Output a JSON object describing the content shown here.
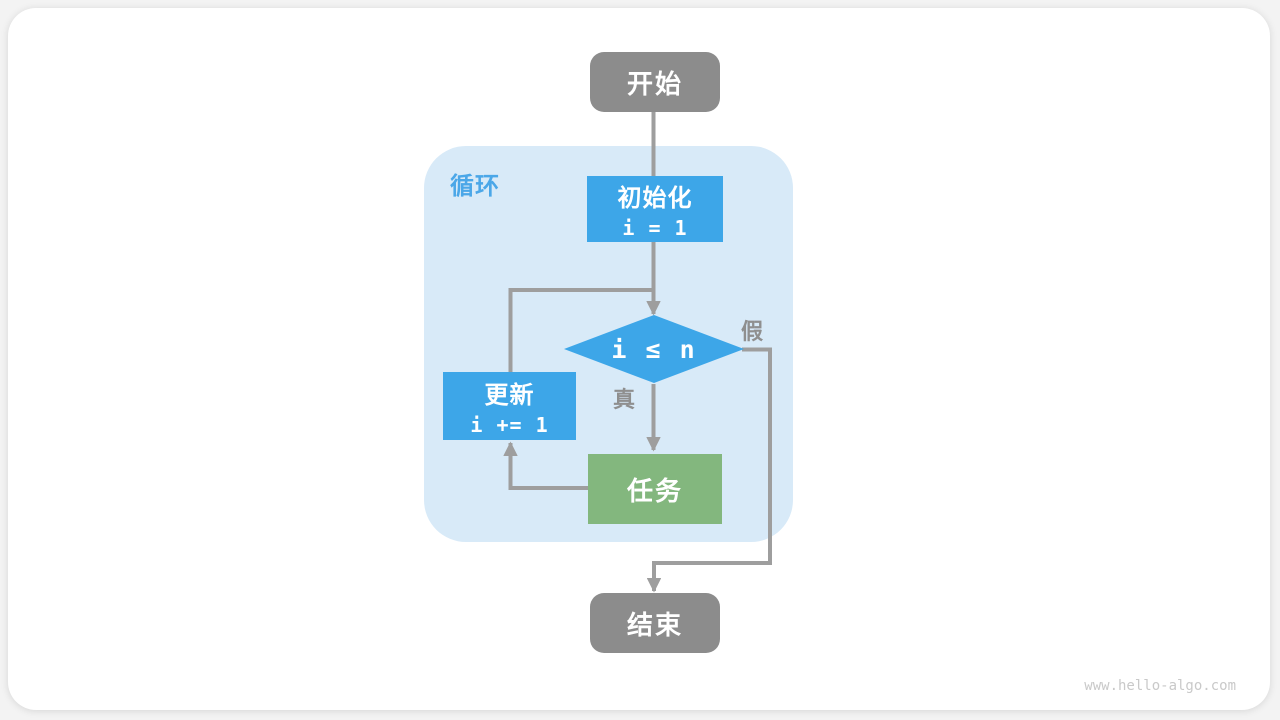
{
  "watermark": "www.hello-algo.com",
  "flowchart": {
    "start_label": "开始",
    "loop_label": "循环",
    "init_title": "初始化",
    "init_code": "i = 1",
    "condition_code": "i ≤ n",
    "branch_true": "真",
    "branch_false": "假",
    "update_title": "更新",
    "update_code": "i += 1",
    "task_label": "任务",
    "end_label": "结束",
    "colors": {
      "terminal_gray": "#8c8c8c",
      "process_blue": "#3da6e8",
      "task_green": "#83b77e",
      "loop_background": "#d8eaf8",
      "loop_label_blue": "#4ba7e8",
      "connector_gray": "#9e9e9e",
      "branch_label_gray": "#8f8f8f",
      "watermark_gray": "#c9c9c9",
      "card_white": "#ffffff",
      "page_background": "#f3f3f3"
    }
  }
}
